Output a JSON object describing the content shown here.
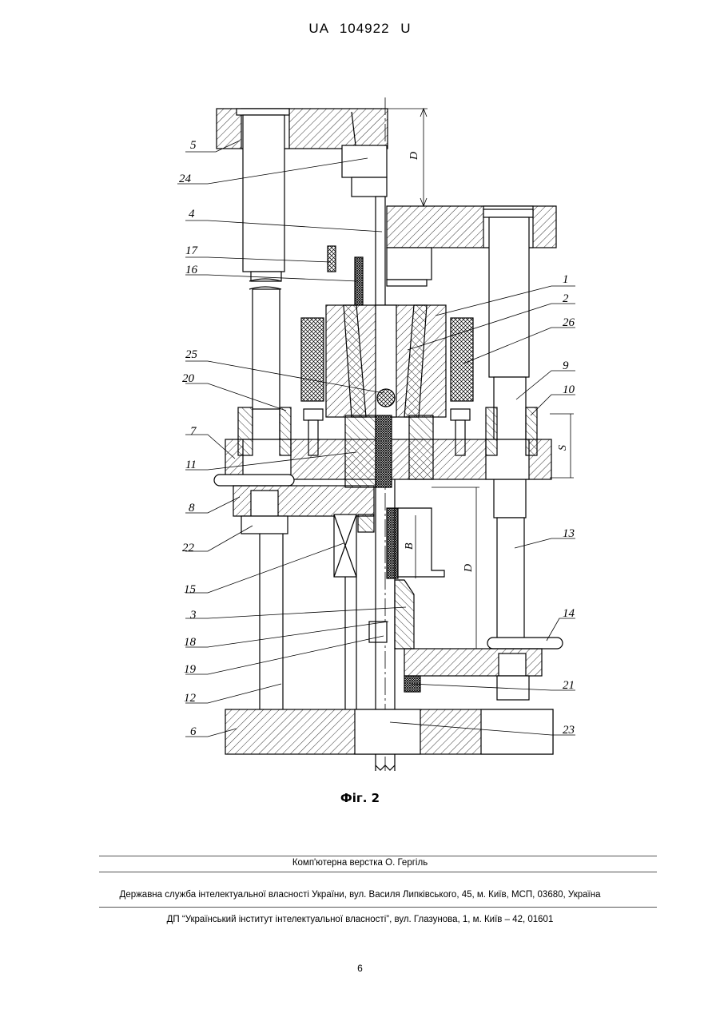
{
  "header": {
    "doc_number": "UA 104922 U"
  },
  "figure": {
    "caption": "Фіг. 2",
    "part_labels": [
      "5",
      "24",
      "4",
      "17",
      "16",
      "1",
      "2",
      "26",
      "25",
      "9",
      "20",
      "10",
      "7",
      "11",
      "8",
      "22",
      "15",
      "13",
      "3",
      "14",
      "18",
      "19",
      "21",
      "12",
      "6",
      "23"
    ],
    "dimension_labels": [
      "D",
      "S",
      "B",
      "D"
    ]
  },
  "footer": {
    "layout_credit": "Комп'ютерна верстка О. Гергіль",
    "office": "Державна служба інтелектуальної власності України, вул. Василя Липківського, 45, м. Київ, МСП, 03680, Україна",
    "institute": "ДП “Український інститут інтелектуальної власності”, вул. Глазунова, 1, м. Київ – 42, 01601"
  },
  "page_number": "6"
}
